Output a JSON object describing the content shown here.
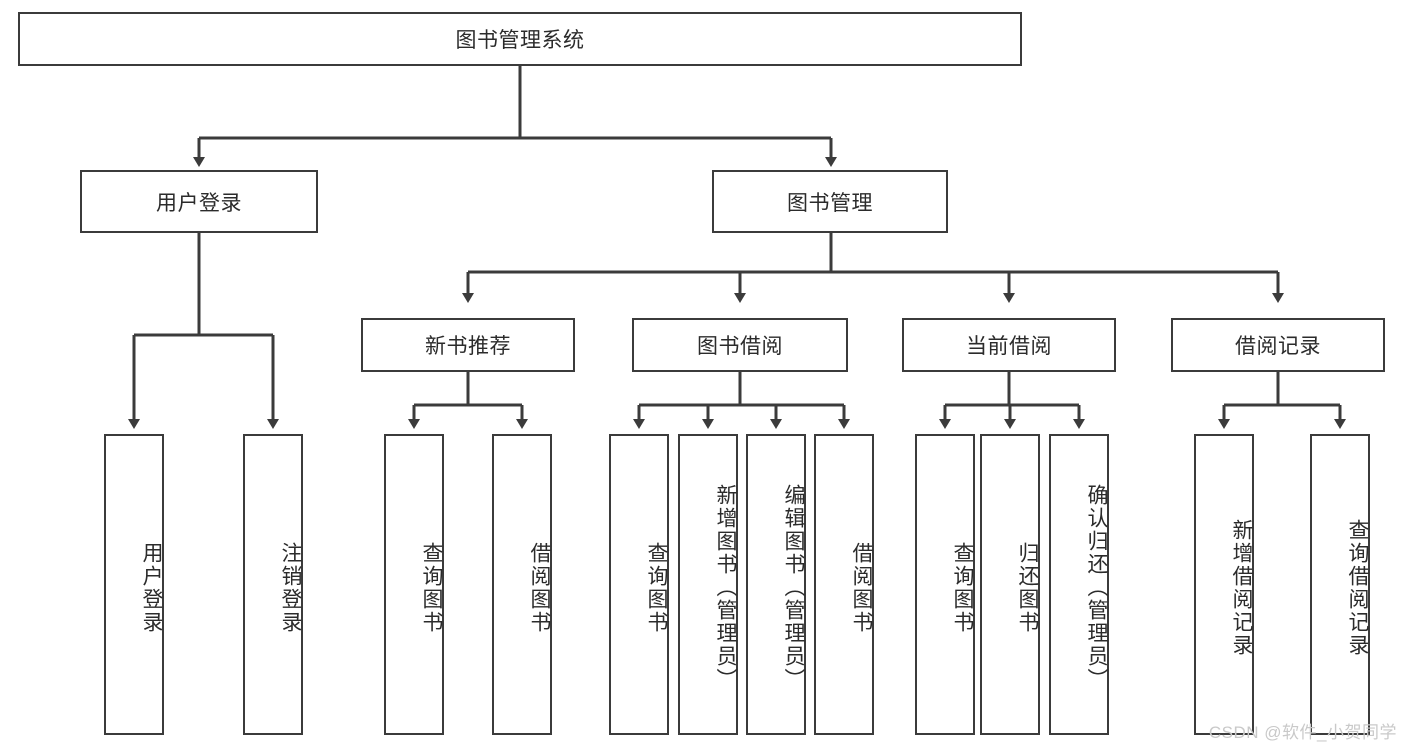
{
  "diagram": {
    "title": "图书管理系统",
    "type": "hierarchy-tree",
    "watermark": "CSDN @软件_小贺同学",
    "colors": {
      "stroke": "#3b3b3b",
      "fill": "#ffffff",
      "text": "#2b2b2b",
      "watermark": "#c9c9c9"
    },
    "root": {
      "label": "图书管理系统"
    },
    "level1": [
      {
        "label": "用户登录"
      },
      {
        "label": "图书管理"
      }
    ],
    "level2": [
      {
        "label": "新书推荐"
      },
      {
        "label": "图书借阅"
      },
      {
        "label": "当前借阅"
      },
      {
        "label": "借阅记录"
      }
    ],
    "leaves": {
      "user_login": [
        {
          "label": "用户登录"
        },
        {
          "label": "注销登录"
        }
      ],
      "new_book_recommend": [
        {
          "label": "查询图书"
        },
        {
          "label": "借阅图书"
        }
      ],
      "book_borrow": [
        {
          "label": "查询图书"
        },
        {
          "label": "新增图书（管理员）"
        },
        {
          "label": "编辑图书（管理员）"
        },
        {
          "label": "借阅图书"
        }
      ],
      "current_borrow": [
        {
          "label": "查询图书"
        },
        {
          "label": "归还图书"
        },
        {
          "label": "确认归还（管理员）"
        }
      ],
      "borrow_record": [
        {
          "label": "新增借阅记录"
        },
        {
          "label": "查询借阅记录"
        }
      ]
    }
  }
}
